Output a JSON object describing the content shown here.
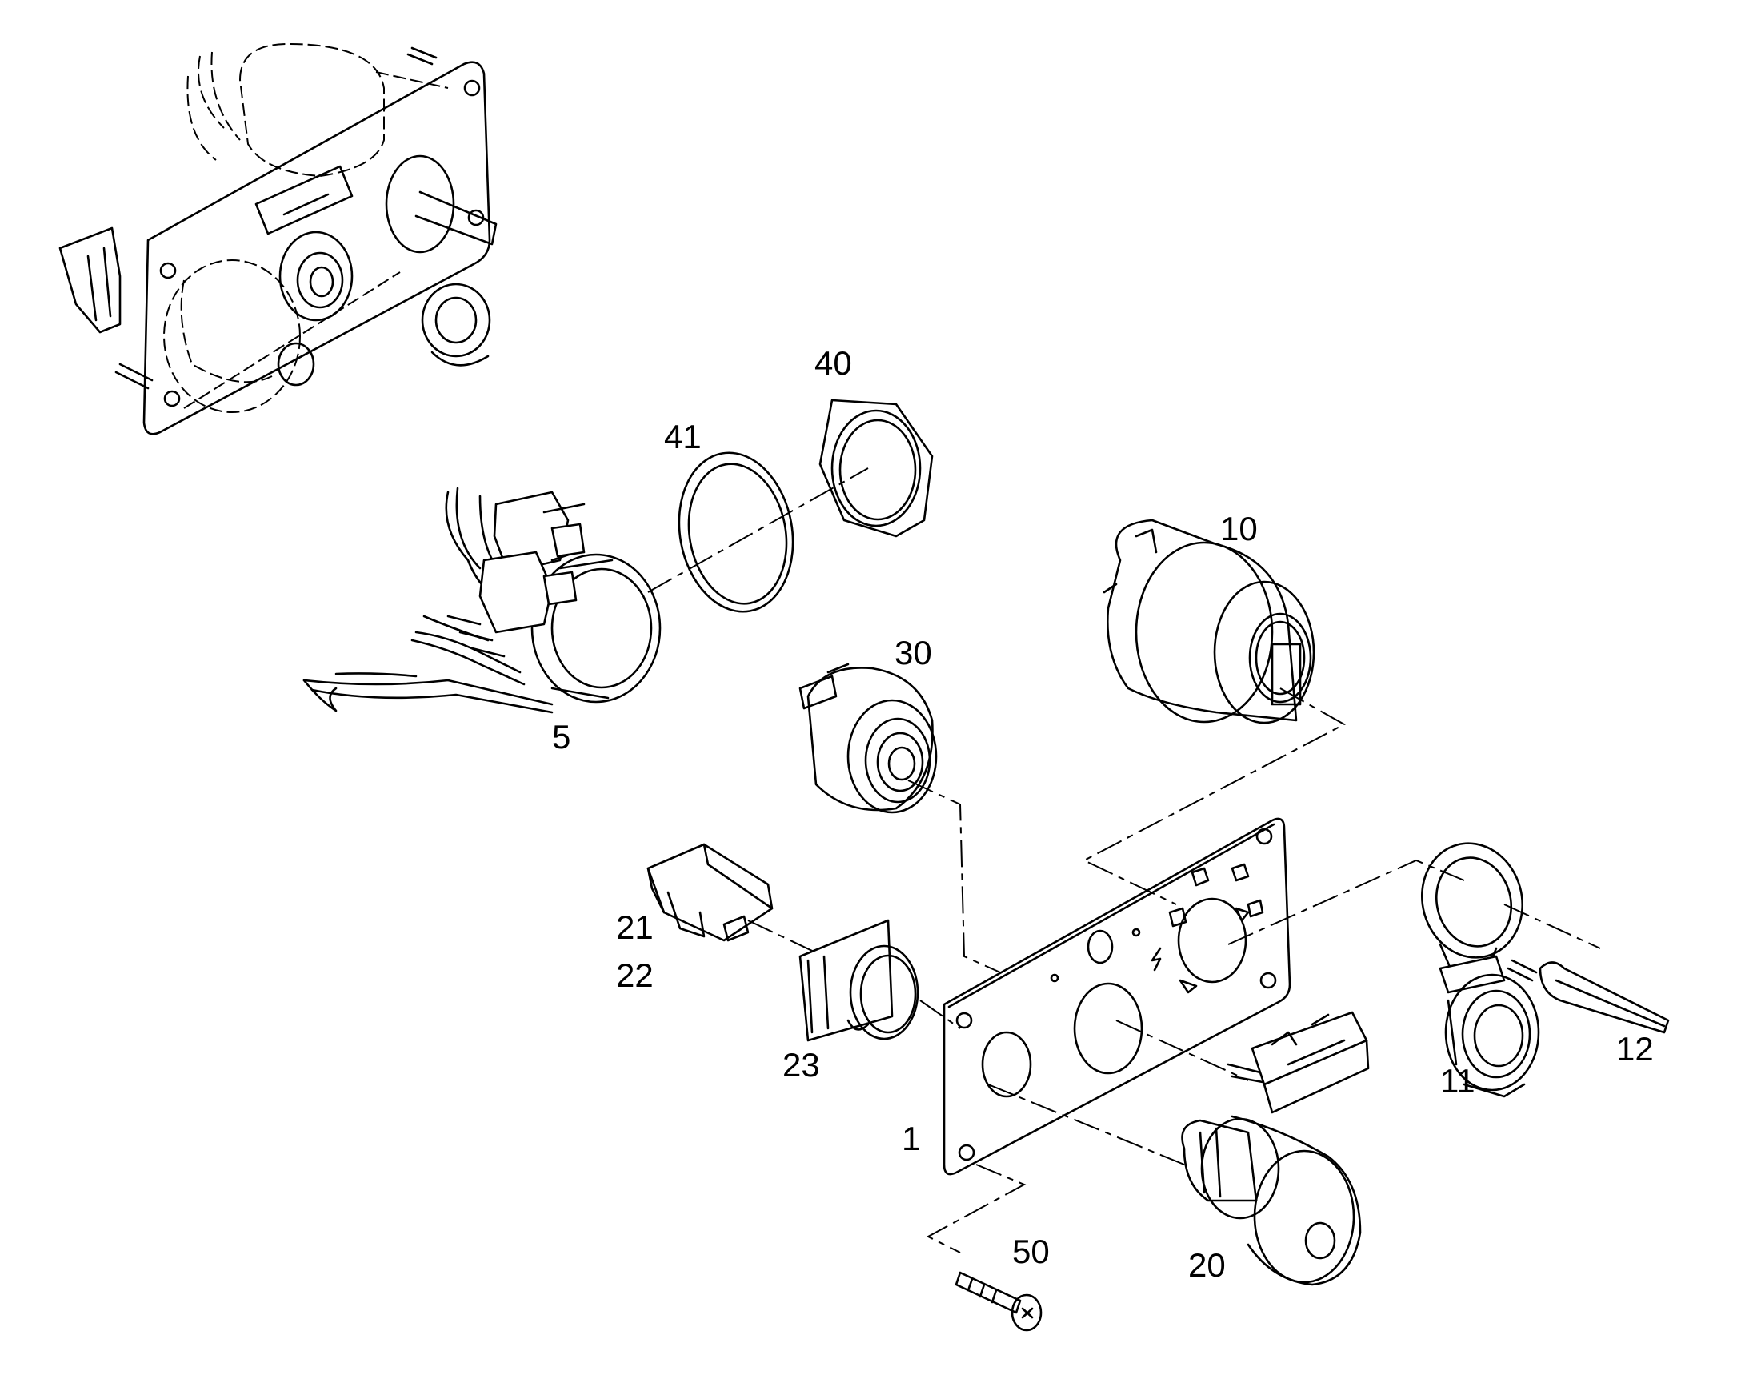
{
  "callouts": {
    "c1": "1",
    "c5": "5",
    "c10": "10",
    "c11": "11",
    "c12": "12",
    "c20": "20",
    "c21": "21",
    "c22": "22",
    "c23": "23",
    "c30": "30",
    "c40": "40",
    "c41": "41",
    "c50": "50"
  }
}
